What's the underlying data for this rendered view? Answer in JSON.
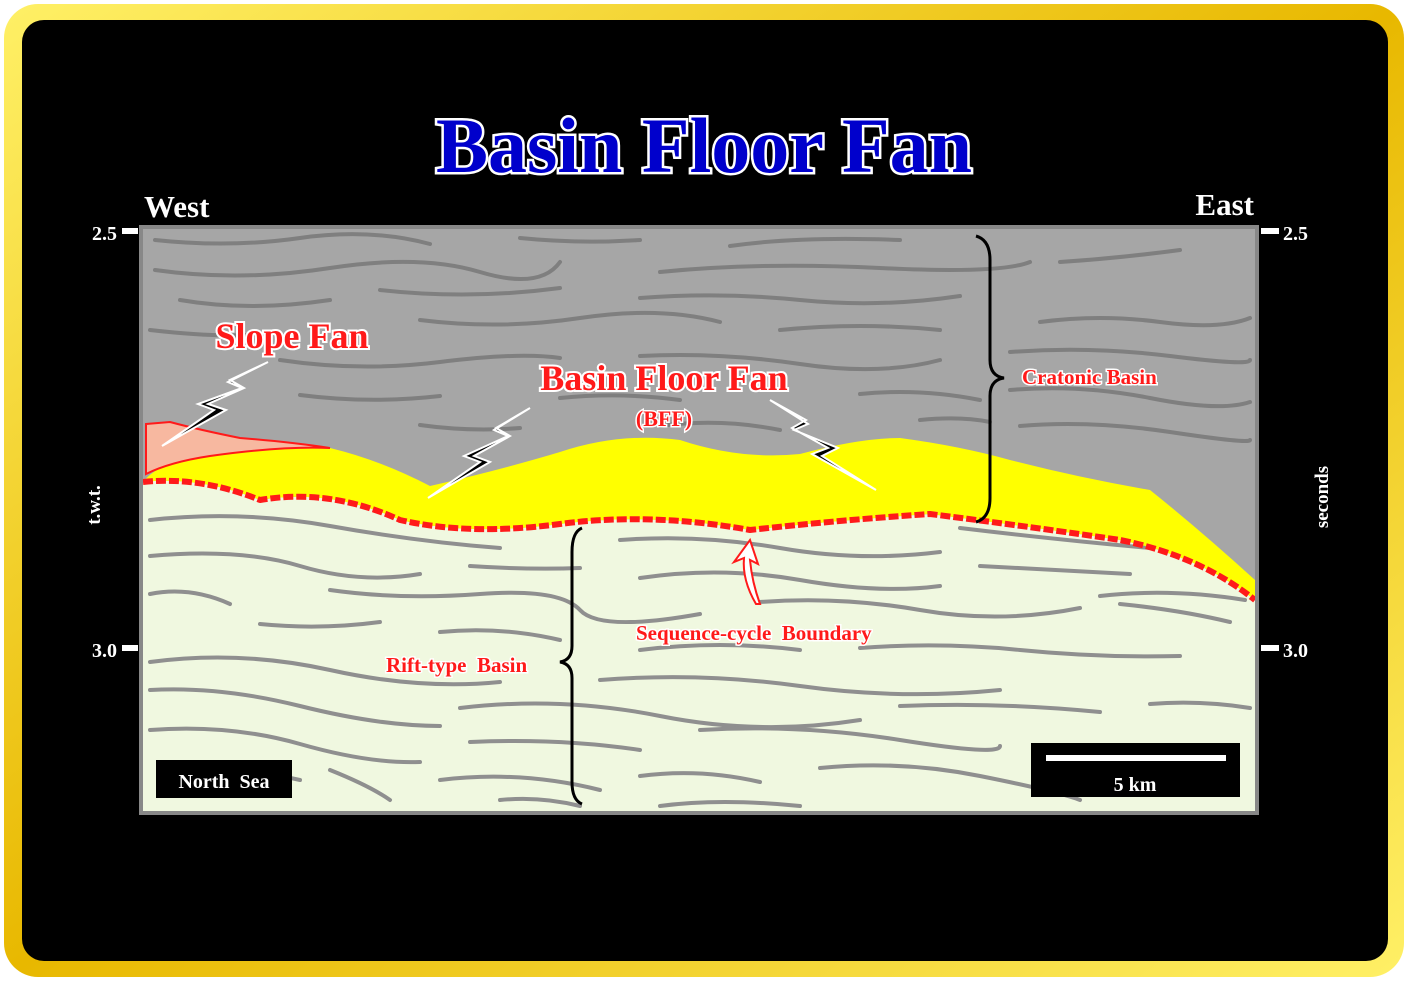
{
  "title": "Basin Floor Fan",
  "orientation": {
    "west": "West",
    "east": "East"
  },
  "axes": {
    "left_ticks": [
      "2.5",
      "3.0"
    ],
    "right_ticks": [
      "2.5",
      "3.0"
    ],
    "left_label": "t.w.t.",
    "right_label": "seconds"
  },
  "labels": {
    "slope_fan": "Slope Fan",
    "basin_floor_fan": "Basin Floor Fan",
    "bff_abbrev": "(BFF)",
    "cratonic_basin": "Cratonic Basin",
    "rift_basin": "Rift-type  Basin",
    "sequence_boundary": "Sequence-cycle  Boundary"
  },
  "location_box": "North  Sea",
  "scale_bar": "5 km",
  "colors": {
    "frame_gold": "#f0c000",
    "background": "#000000",
    "cratonic": "#a6a6a6",
    "rift": "#f0f8e0",
    "bff_yellow": "#ffff00",
    "slope_fan": "#f7b8a0",
    "boundary_red": "#ff1a1a",
    "title_blue": "#0000cc"
  }
}
